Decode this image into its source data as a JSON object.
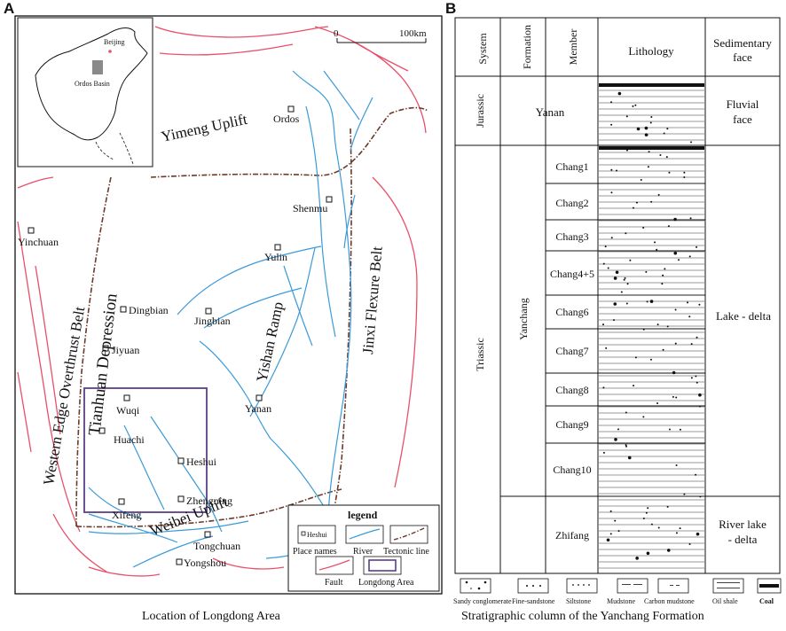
{
  "panel_a": {
    "letter": "A",
    "caption": "Location of Longdong Area",
    "scale": {
      "start": "0",
      "end": "100km"
    },
    "inset": {
      "capital": "Beijing",
      "basin": "Ordos Basin"
    },
    "regions": [
      {
        "id": "yimeng",
        "label": "Yimeng Uplift"
      },
      {
        "id": "tianhuan",
        "label": "Tianhuan Depression"
      },
      {
        "id": "western",
        "label": "Western Edge Overthrust Belt"
      },
      {
        "id": "yishan",
        "label": "Yishan Ramp"
      },
      {
        "id": "jinxi",
        "label": "Jinxi Flexure Belt"
      },
      {
        "id": "weibei",
        "label": "Weibei Uplift"
      }
    ],
    "places": [
      {
        "id": "ordos",
        "label": "Ordos"
      },
      {
        "id": "shenmu",
        "label": "Shenmu"
      },
      {
        "id": "yinchuan",
        "label": "Yinchuan"
      },
      {
        "id": "yulin",
        "label": "Yulin"
      },
      {
        "id": "dingbian",
        "label": "Dingbian"
      },
      {
        "id": "jingbian",
        "label": "Jingbian"
      },
      {
        "id": "jiyuan",
        "label": "Jiyuan"
      },
      {
        "id": "wuqi",
        "label": "Wuqi"
      },
      {
        "id": "yanan",
        "label": "Yanan"
      },
      {
        "id": "huachi",
        "label": "Huachi"
      },
      {
        "id": "heshui",
        "label": "Heshui"
      },
      {
        "id": "zhengning",
        "label": "Zhengning"
      },
      {
        "id": "xifeng",
        "label": "Xifeng"
      },
      {
        "id": "tongchuan",
        "label": "Tongchuan"
      },
      {
        "id": "yongshou",
        "label": "Yongshou"
      }
    ],
    "legend": {
      "title": "legend",
      "sample_place": "Heshui",
      "place_names": "Place names",
      "river": "River",
      "tectonic": "Tectonic line",
      "fault": "Fault",
      "longdong": "Longdong Area"
    },
    "colors": {
      "river": "#3a9ad9",
      "fault": "#e8506a",
      "tectonic": "#6b3a2a",
      "area": "#5b3f86"
    }
  },
  "panel_b": {
    "letter": "B",
    "caption": "Stratigraphic column of the Yanchang Formation",
    "headers": {
      "system": "System",
      "formation": "Formation",
      "member": "Member",
      "lithology": "Lithology",
      "face": "Sedimentary face"
    },
    "systems": [
      "Jurassic",
      "Triassic"
    ],
    "formations": [
      "Yanan",
      "Yanchang"
    ],
    "faces": [
      "Fluvial face",
      "Lake - delta",
      "River lake - delta"
    ],
    "members": [
      "Chang1",
      "Chang2",
      "Chang3",
      "Chang4+5",
      "Chang6",
      "Chang7",
      "Chang8",
      "Chang9",
      "Chang10",
      "Zhifang"
    ],
    "rock_legend": [
      "Sandy conglomerate",
      "Fine-sandstone",
      "Siltstone",
      "Mudstone",
      "Carbon mudstone",
      "Oil shale",
      "Coal"
    ]
  }
}
